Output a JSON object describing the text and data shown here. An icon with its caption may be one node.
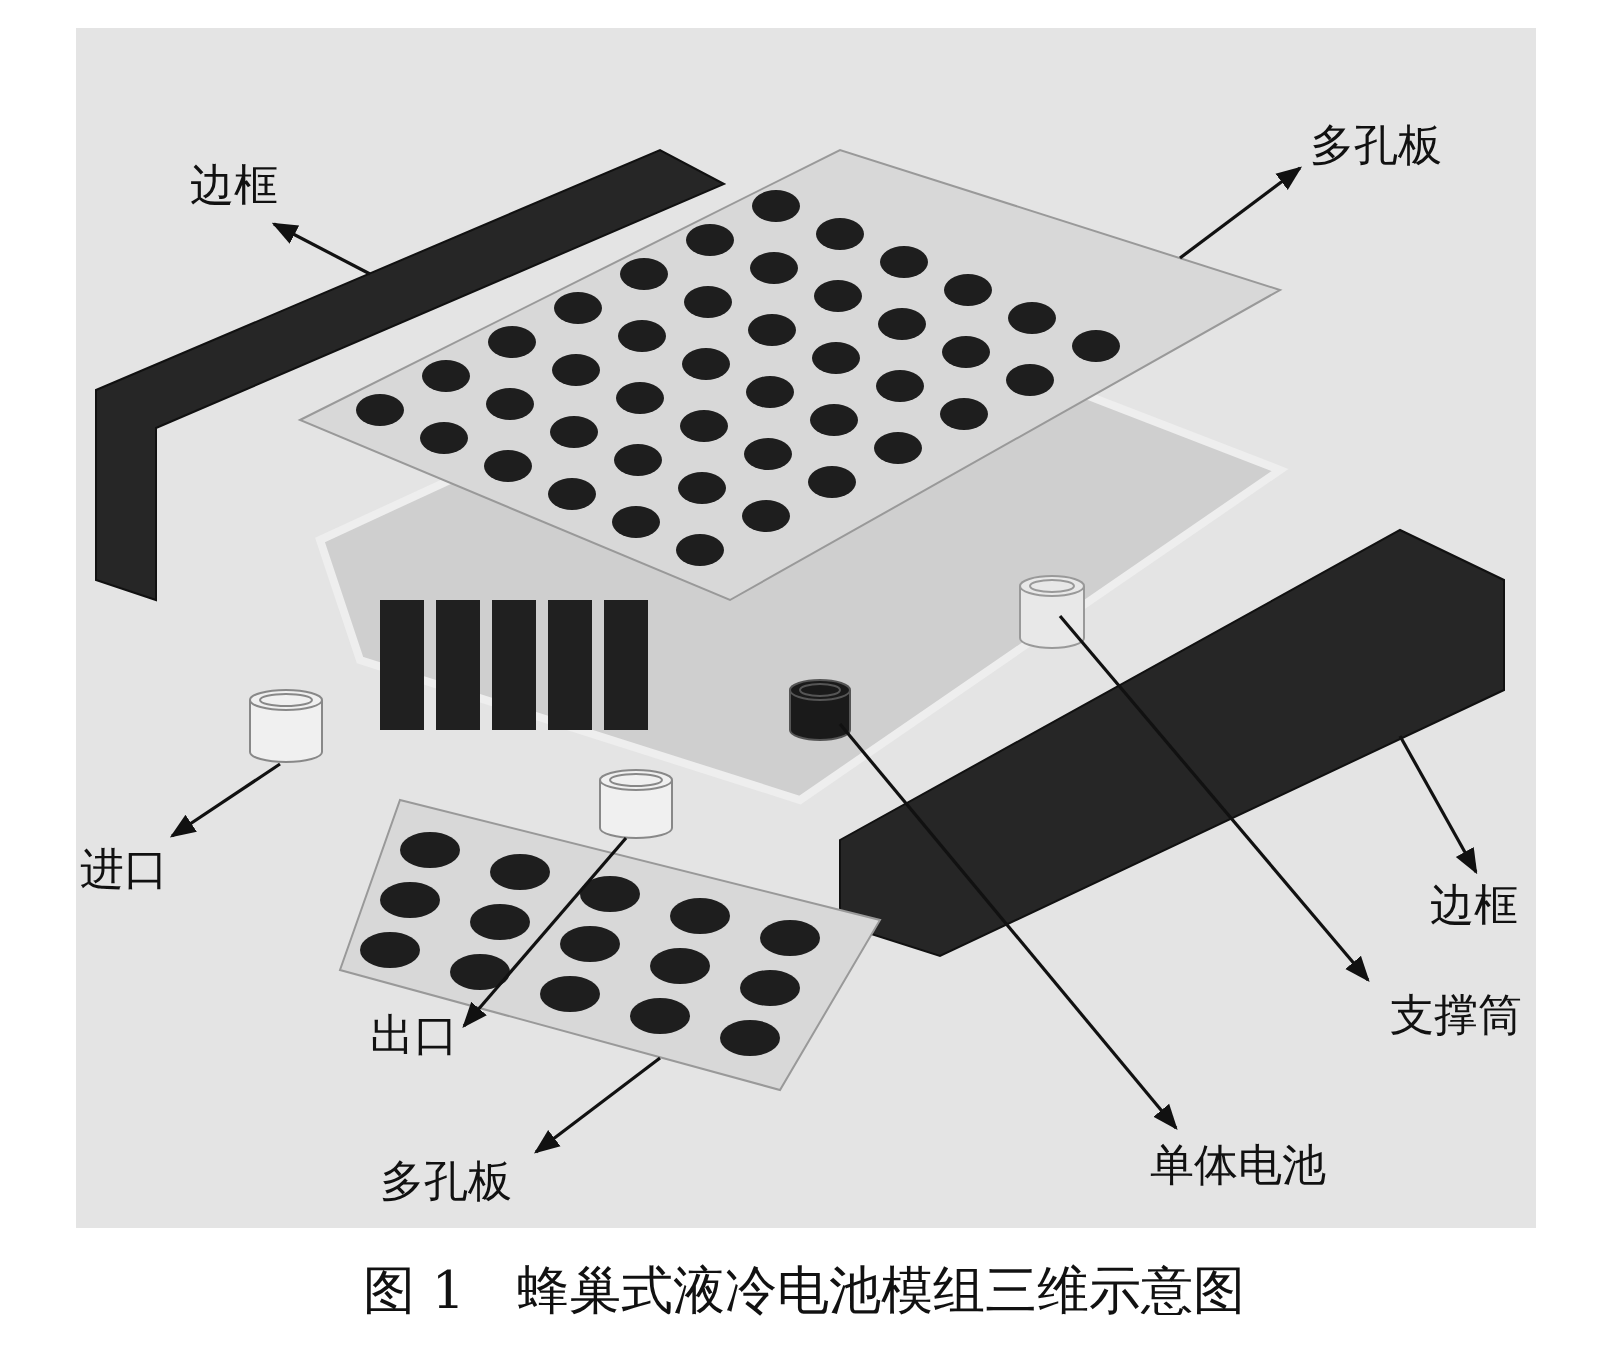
{
  "diagram": {
    "caption": "图 1　蜂巢式液冷电池模组三维示意图",
    "nodes": [
      {
        "text": [
          "边框"
        ]
      },
      {
        "text": [
          "多孔板"
        ]
      },
      {
        "text": [
          "进口"
        ]
      },
      {
        "text": [
          "边框"
        ]
      },
      {
        "text": [
          "出口"
        ]
      },
      {
        "text": [
          "支撑筒"
        ]
      },
      {
        "text": [
          "多孔板"
        ]
      },
      {
        "text": [
          "单体电池"
        ]
      },
      {
        "text": [],
        "shape": "picture"
      },
      {
        "text": [],
        "shape": "picture"
      },
      {
        "text": [],
        "shape": "picture"
      },
      {
        "text": [],
        "shape": "cylinder"
      },
      {
        "text": [],
        "shape": "cylinder"
      },
      {
        "text": [],
        "shape": "cylinder"
      },
      {
        "text": [],
        "shape": "cylinder"
      },
      {
        "text": [],
        "shape": "picture"
      }
    ],
    "edges": [
      {
        "from": 8,
        "to": 0,
        "arrow": "to"
      },
      {
        "from": 10,
        "to": 1,
        "arrow": "to"
      },
      {
        "from": 13,
        "to": 2,
        "arrow": "to"
      },
      {
        "from": 9,
        "to": 3,
        "arrow": "to"
      },
      {
        "from": 14,
        "to": 4,
        "arrow": "to"
      },
      {
        "from": 12,
        "to": 5,
        "arrow": "to"
      },
      {
        "from": 15,
        "to": 6,
        "arrow": "to"
      },
      {
        "from": 11,
        "to": 7,
        "arrow": "to"
      }
    ]
  }
}
